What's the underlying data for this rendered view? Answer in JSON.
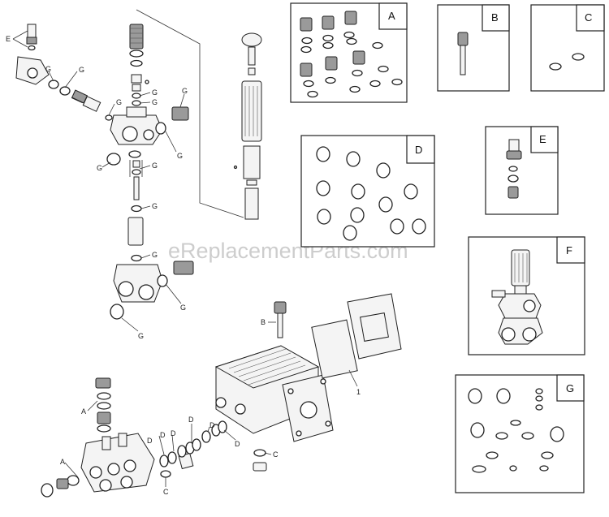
{
  "watermark": "eReplacementParts.com",
  "kits": {
    "a": "A",
    "b": "B",
    "c": "C",
    "d": "D",
    "e": "E",
    "f": "F",
    "g": "G"
  },
  "callouts": {
    "e": "E",
    "g": "G",
    "a": "A",
    "b": "B",
    "c": "C",
    "d": "D",
    "one": "1"
  }
}
